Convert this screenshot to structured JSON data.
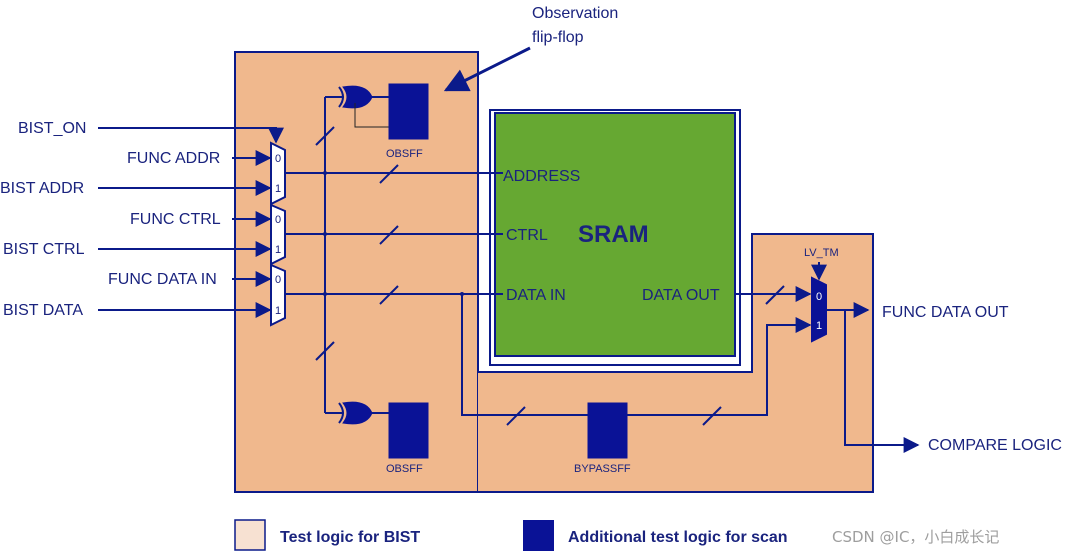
{
  "annotation": {
    "observation_line1": "Observation",
    "observation_line2": "flip-flop"
  },
  "inputs": {
    "bist_on": "BIST_ON",
    "func_addr": "FUNC ADDR",
    "bist_addr": "BIST ADDR",
    "func_ctrl": "FUNC CTRL",
    "bist_ctrl": "BIST CTRL",
    "func_data_in": "FUNC DATA IN",
    "bist_data": "BIST DATA"
  },
  "mux": {
    "sel0": "0",
    "sel1": "1"
  },
  "sram": {
    "title": "SRAM",
    "address": "ADDRESS",
    "ctrl": "CTRL",
    "data_in": "DATA IN",
    "data_out": "DATA OUT"
  },
  "blocks": {
    "obsff_top": "OBSFF",
    "obsff_bottom": "OBSFF",
    "bypassff": "BYPASSFF",
    "lv_tm": "LV_TM"
  },
  "outputs": {
    "func_data_out": "FUNC DATA OUT",
    "compare_logic": "COMPARE LOGIC"
  },
  "legend": {
    "bist_label": "Test logic for BIST",
    "scan_label": "Additional test logic for scan",
    "bist_color": "#f0b88d",
    "scan_color": "#0a1296"
  },
  "watermark": "CSDN @IC，小白成长记",
  "colors": {
    "region_fill": "#f0b88d",
    "region_stroke": "#0b1a8a",
    "sram_fill": "#66a832",
    "wire": "#0b1a8a",
    "text": "#1a237e"
  }
}
